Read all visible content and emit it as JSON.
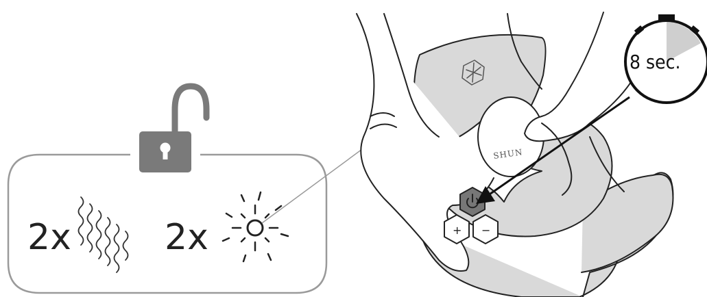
{
  "unlock_panel": {
    "vibration_count": "2x",
    "light_count": "2x",
    "lock_icon": "unlocked-padlock-icon",
    "vibration_icon": "vibration-waves-icon",
    "light_icon": "light-flash-icon"
  },
  "timer": {
    "label": "8 sec.",
    "icon": "stopwatch-icon"
  },
  "device": {
    "brand_text": "SHUN",
    "buttons": {
      "power": "power-icon",
      "plus": "+",
      "minus": "−"
    }
  },
  "colors": {
    "line": "#222222",
    "device_gray": "#d9d9d9",
    "lock_gray": "#7a7a7a",
    "panel_border": "#9a9a9a"
  }
}
